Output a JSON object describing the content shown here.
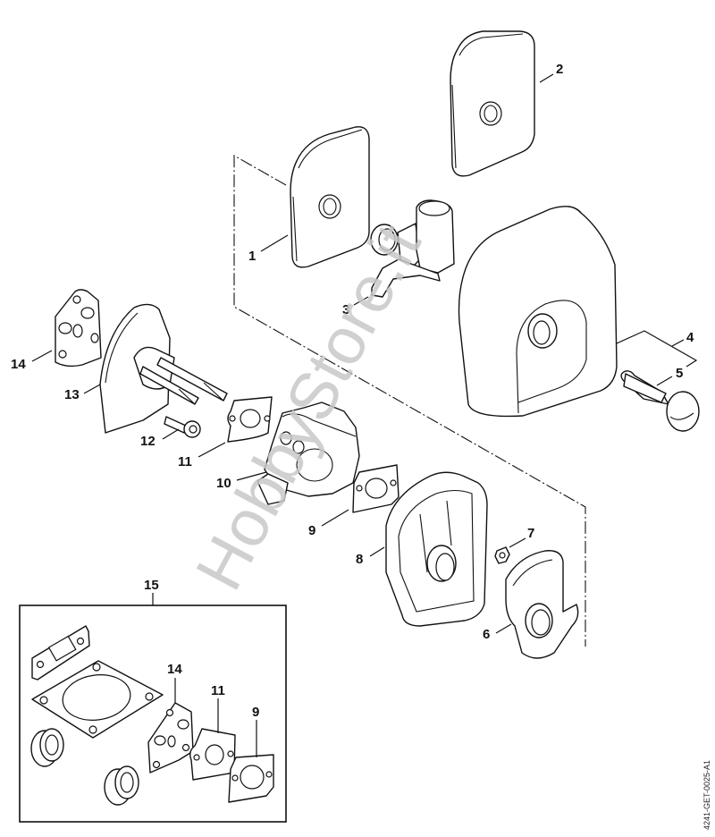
{
  "diagram": {
    "title": "Air filter / carburetor exploded parts view",
    "drawing_code": "4241-GET-0025-A1",
    "watermark": "HobbyStore.it",
    "colors": {
      "line": "#111111",
      "background": "#ffffff",
      "watermark": "#c8c8c8"
    },
    "callouts": {
      "c1": "1",
      "c2": "2",
      "c3": "3",
      "c4": "4",
      "c5": "5",
      "c6": "6",
      "c7": "7",
      "c8": "8",
      "c9": "9",
      "c10": "10",
      "c11": "11",
      "c12": "12",
      "c13": "13",
      "c14": "14",
      "c15": "15",
      "kit_c14": "14",
      "kit_c11": "11",
      "kit_c9": "9"
    },
    "parts": [
      {
        "id": "1",
        "name": "Air filter pad"
      },
      {
        "id": "2",
        "name": "Air filter pad"
      },
      {
        "id": "3",
        "name": "Choke/connector fitting"
      },
      {
        "id": "4",
        "name": "Filter cover"
      },
      {
        "id": "5",
        "name": "Twist-lock knob"
      },
      {
        "id": "6",
        "name": "Baffle"
      },
      {
        "id": "7",
        "name": "Nut"
      },
      {
        "id": "8",
        "name": "Filter base"
      },
      {
        "id": "9",
        "name": "Gasket"
      },
      {
        "id": "10",
        "name": "Carburetor"
      },
      {
        "id": "11",
        "name": "Gasket"
      },
      {
        "id": "12",
        "name": "Screw"
      },
      {
        "id": "13",
        "name": "Intake flange with studs"
      },
      {
        "id": "14",
        "name": "Gasket"
      },
      {
        "id": "15",
        "name": "Gasket set (kit)"
      }
    ]
  }
}
